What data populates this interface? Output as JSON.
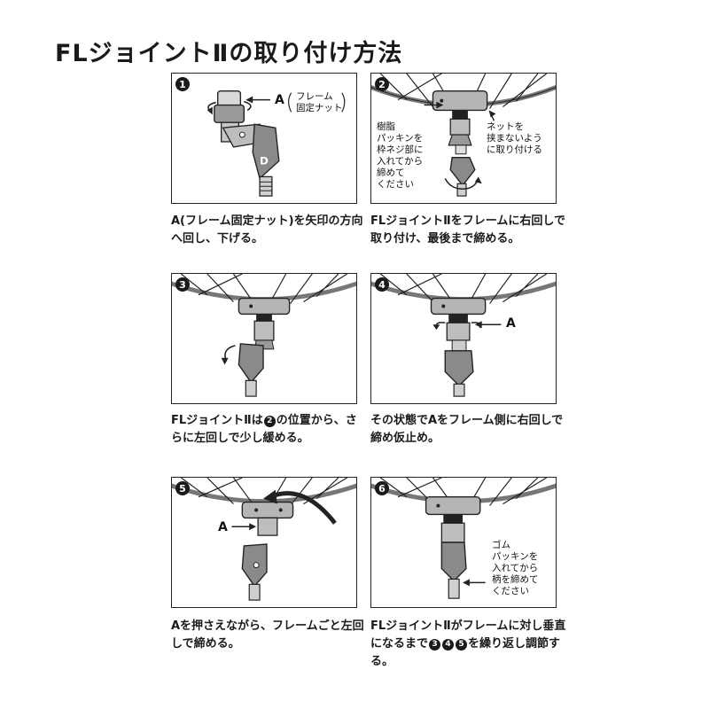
{
  "title": "FLジョイントⅡの取り付け方法",
  "steps": [
    {
      "number": "1",
      "labels": [
        "A",
        "フレーム\n固定ナット"
      ],
      "caption": "A(フレーム固定ナット)を矢印の方向へ回し、下げる。"
    },
    {
      "number": "2",
      "labels": [
        "樹脂\nパッキンを\n枠ネジ部に\n入れてから\n締めて\nください",
        "ネットを\n挟まないよう\nに取り付ける"
      ],
      "caption": "FLジョイントⅡをフレームに右回しで取り付け、最後まで締める。"
    },
    {
      "number": "3",
      "labels": [],
      "caption_before": "FLジョイントⅡは",
      "caption_ref": "2",
      "caption_after": "の位置から、さらに左回しで少し緩める。"
    },
    {
      "number": "4",
      "labels": [
        "A"
      ],
      "caption": "その状態でAをフレーム側に右回しで締め仮止め。"
    },
    {
      "number": "5",
      "labels": [
        "A"
      ],
      "caption": "Aを押さえながら、フレームごと左回しで締める。"
    },
    {
      "number": "6",
      "labels": [
        "ゴム\nパッキンを\n入れてから\n柄を締めて\nください"
      ],
      "caption_before": "FLジョイントⅡがフレームに対し垂直になるまで",
      "caption_refs": [
        "3",
        "4",
        "5"
      ],
      "caption_after": "を繰り返し調節する。"
    }
  ]
}
